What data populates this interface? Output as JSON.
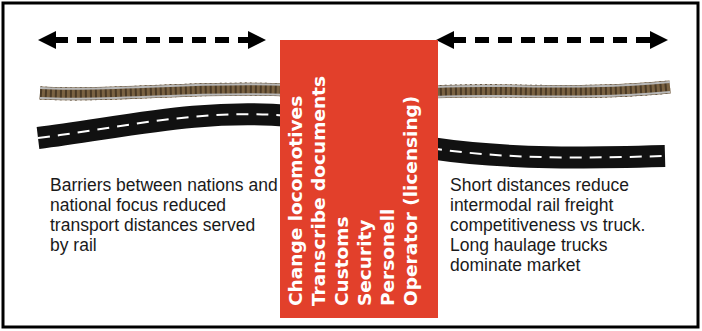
{
  "diagram": {
    "nodes": [
      {
        "text": [
          "Change locomotives",
          "Transcribe documents",
          "Customs",
          "Security",
          "Personell",
          "Operator (licensing)"
        ]
      }
    ],
    "labels": [
      "Barriers between nations and national focus reduced transport distances served by rail",
      "Short distances reduce intermodal rail freight competitiveness vs truck. Long haulage trucks dominate market"
    ]
  }
}
